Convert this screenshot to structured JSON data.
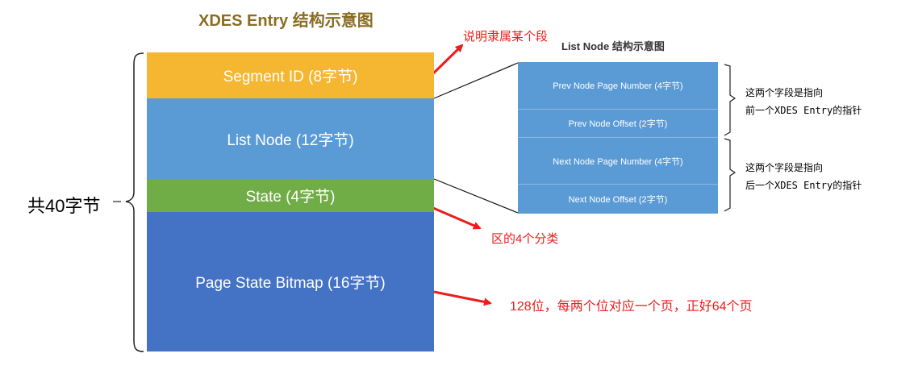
{
  "title": "XDES Entry 结构示意图",
  "entry_fields": [
    {
      "label": "Segment ID (8字节)",
      "color": "#f5b731"
    },
    {
      "label": "List Node (12字节)",
      "color": "#5b9bd5"
    },
    {
      "label": "State (4字节)",
      "color": "#70ad47"
    },
    {
      "label": "Page State Bitmap (16字节)",
      "color": "#4472c4"
    }
  ],
  "total_size": "共40字节",
  "list_node": {
    "title": "List Node 结构示意图",
    "fields": [
      "Prev Node Page Number (4字节)",
      "Prev Node Offset (2字节)",
      "Next Node Page Number (4字节)",
      "Next Node Offset (2字节)"
    ],
    "notes": [
      {
        "line1": "这两个字段是指向",
        "line2": "前一个XDES Entry的指针"
      },
      {
        "line1": "这两个字段是指向",
        "line2": "后一个XDES Entry的指针"
      }
    ],
    "color": "#5b9bd5"
  },
  "annotations": {
    "segment": "说明隶属某个段",
    "state": "区的4个分类",
    "bitmap": "128位，每两个位对应一个页，正好64个页",
    "color": "#ee1c1c"
  }
}
